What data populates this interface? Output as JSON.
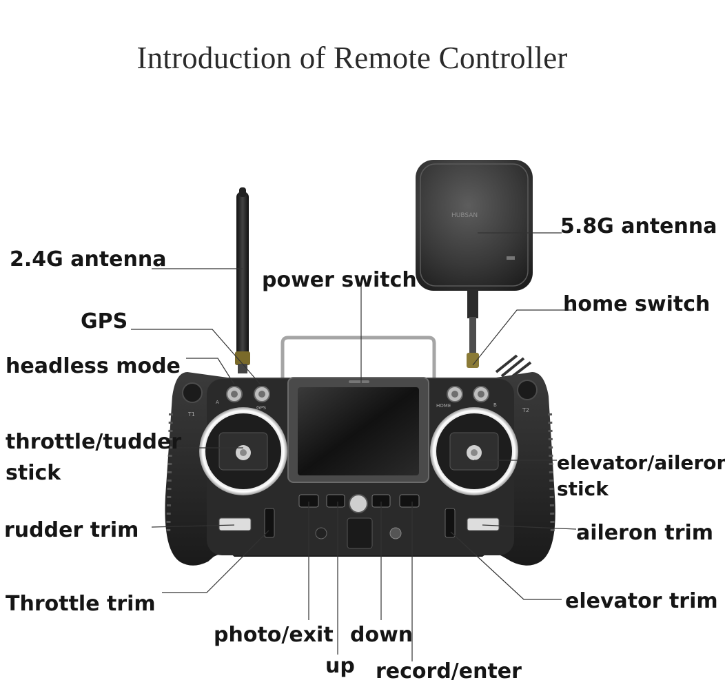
{
  "title": "Introduction of Remote Controller",
  "device": {
    "antenna_brand": "HUBSAN",
    "left_switch_labels": [
      "A",
      "GPS"
    ],
    "right_switch_labels": [
      "HOME",
      "B"
    ],
    "trim_labels": [
      "T1",
      "T2"
    ]
  },
  "labels": {
    "antenna_24g": "2.4G antenna",
    "antenna_58g": "5.8G antenna",
    "power_switch": "power switch",
    "gps": "GPS",
    "home_switch": "home switch",
    "headless_mode": "headless mode",
    "throttle_stick": "throttle/tudder",
    "throttle_stick_2": "stick",
    "elevator_stick": "elevator/aileron",
    "elevator_stick_2": "stick",
    "rudder_trim": "rudder trim",
    "aileron_trim": "aileron trim",
    "throttle_trim": "Throttle trim",
    "elevator_trim": "elevator trim",
    "photo_exit": "photo/exit",
    "down": "down",
    "up": "up",
    "record_enter": "record/enter"
  }
}
